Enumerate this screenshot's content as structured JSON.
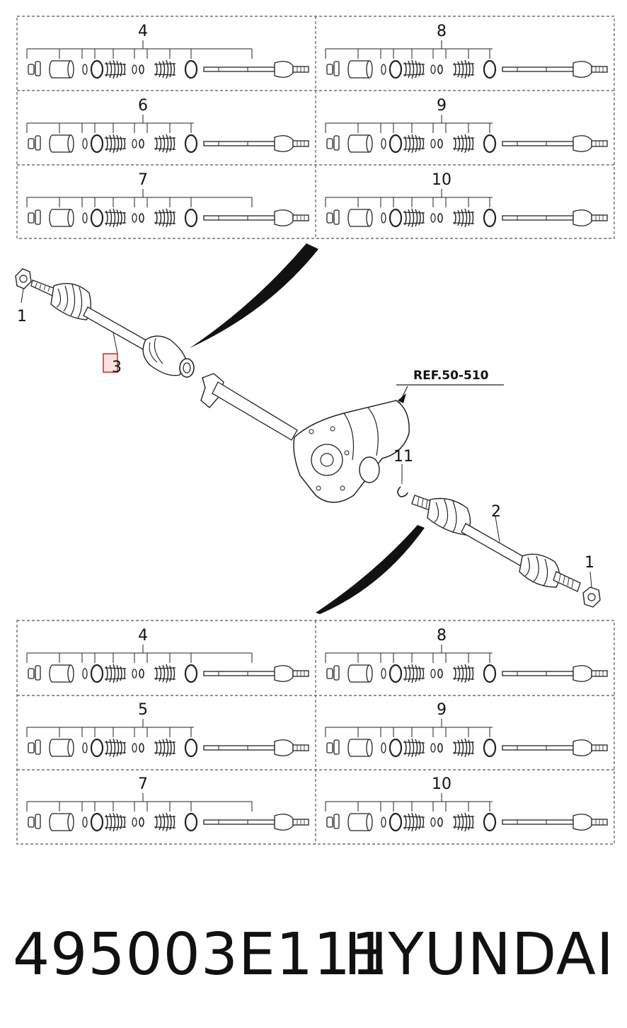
{
  "top_panels": [
    {
      "label": "4",
      "variant": "a"
    },
    {
      "label": "8",
      "variant": "b"
    },
    {
      "label": "6",
      "variant": "c"
    },
    {
      "label": "9",
      "variant": "d"
    },
    {
      "label": "7",
      "variant": "e"
    },
    {
      "label": "10",
      "variant": "f"
    }
  ],
  "bottom_panels": [
    {
      "label": "4",
      "variant": "a"
    },
    {
      "label": "8",
      "variant": "b"
    },
    {
      "label": "5",
      "variant": "c"
    },
    {
      "label": "9",
      "variant": "d"
    },
    {
      "label": "7",
      "variant": "e"
    },
    {
      "label": "10",
      "variant": "f"
    }
  ],
  "callouts": {
    "nut_left": "1",
    "shaft_left": "3",
    "ref": "REF.50-510",
    "clip": "11",
    "shaft_right": "2",
    "nut_right": "1"
  },
  "part_number": "495003E111",
  "brand": "HYUNDAI",
  "colors": {
    "line": "#222222",
    "highlight": "#e0302a",
    "highlight_fill": "#fbe1e0"
  }
}
